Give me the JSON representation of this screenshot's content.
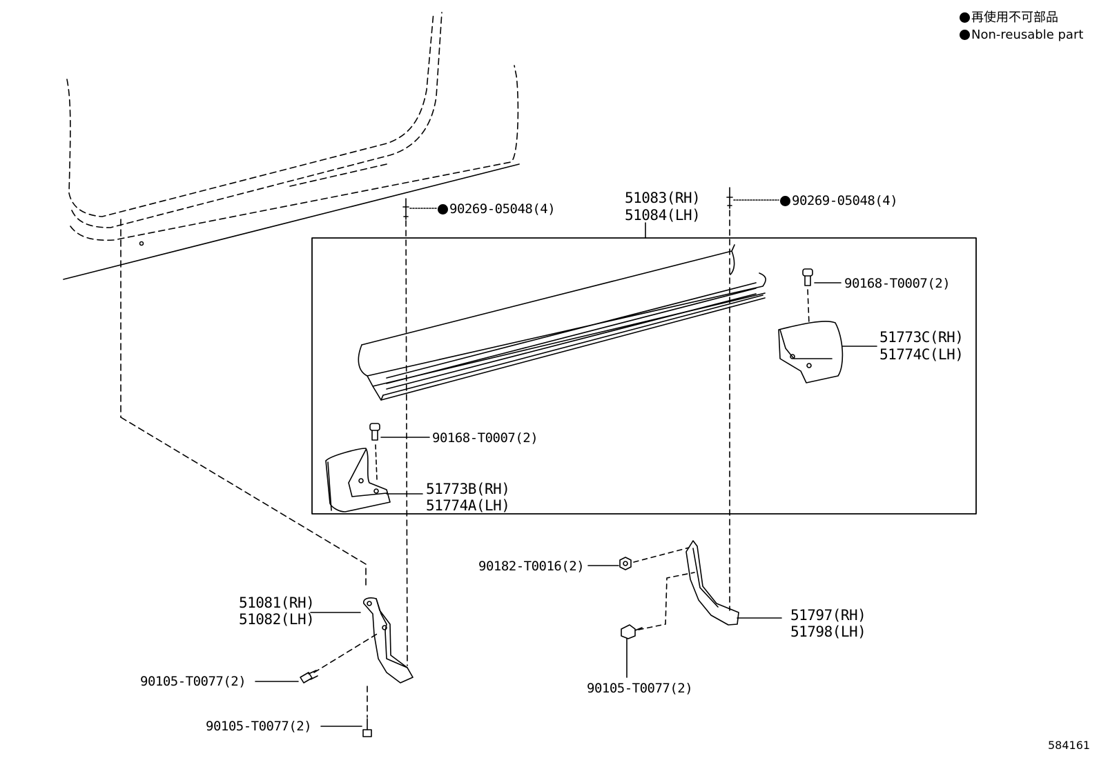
{
  "legend": {
    "line_jp": "再使用不可部品",
    "line_en": "Non-reusable part"
  },
  "figure_id": "584161",
  "parts": {
    "step_rh": "51083(RH)",
    "step_lh": "51084(LH)",
    "clip_left": "90269-05048(4)",
    "clip_right": "90269-05048(4)",
    "screw_upper": "90168-T0007(2)",
    "screw_lower": "90168-T0007(2)",
    "end_cap_rear_rh": "51773C(RH)",
    "end_cap_rear_lh": "51774C(LH)",
    "end_cap_front_rh": "51773B(RH)",
    "end_cap_front_lh": "51774A(LH)",
    "bracket_front_rh": "51081(RH)",
    "bracket_front_lh": "51082(LH)",
    "bolt_front_a": "90105-T0077(2)",
    "bolt_front_b": "90105-T0077(2)",
    "nut_rear": "90182-T0016(2)",
    "bracket_rear_rh": "51797(RH)",
    "bracket_rear_lh": "51798(LH)",
    "bolt_rear": "90105-T0077(2)"
  }
}
